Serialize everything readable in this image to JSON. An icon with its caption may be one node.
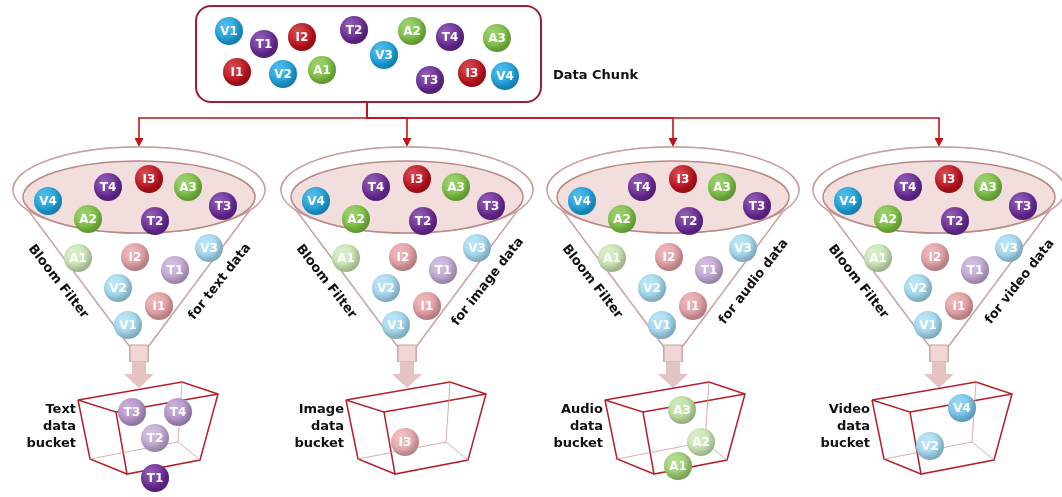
{
  "diagram": {
    "nodes": [
      {
        "text": [
          "Data Chunk"
        ]
      },
      {
        "text": [
          "V1"
        ],
        "in": 0
      },
      {
        "text": [
          "T1"
        ],
        "in": 0
      },
      {
        "text": [
          "I2"
        ],
        "in": 0
      },
      {
        "text": [
          "T2"
        ],
        "in": 0
      },
      {
        "text": [
          "A2"
        ],
        "in": 0
      },
      {
        "text": [
          "T4"
        ],
        "in": 0
      },
      {
        "text": [
          "A3"
        ],
        "in": 0
      },
      {
        "text": [
          "I1"
        ],
        "in": 0
      },
      {
        "text": [
          "V2"
        ],
        "in": 0
      },
      {
        "text": [
          "A1"
        ],
        "in": 0
      },
      {
        "text": [
          "V3"
        ],
        "in": 0
      },
      {
        "text": [
          "T3"
        ],
        "in": 0
      },
      {
        "text": [
          "I3"
        ],
        "in": 0
      },
      {
        "text": [
          "V4"
        ],
        "in": 0
      },
      {
        "text": [
          "Bloom Filter",
          "for text data"
        ]
      },
      {
        "text": [
          "V4"
        ],
        "in": 15
      },
      {
        "text": [
          "T4"
        ],
        "in": 15
      },
      {
        "text": [
          "I3"
        ],
        "in": 15
      },
      {
        "text": [
          "A3"
        ],
        "in": 15
      },
      {
        "text": [
          "A2"
        ],
        "in": 15
      },
      {
        "text": [
          "T2"
        ],
        "in": 15
      },
      {
        "text": [
          "T3"
        ],
        "in": 15
      },
      {
        "text": [
          "A1"
        ],
        "in": 15
      },
      {
        "text": [
          "I2"
        ],
        "in": 15
      },
      {
        "text": [
          "V3"
        ],
        "in": 15
      },
      {
        "text": [
          "T1"
        ],
        "in": 15
      },
      {
        "text": [
          "V2"
        ],
        "in": 15
      },
      {
        "text": [
          "I1"
        ],
        "in": 15
      },
      {
        "text": [
          "V1"
        ],
        "in": 15
      },
      {
        "text": [
          "Bloom Filter",
          "for image data"
        ]
      },
      {
        "text": [
          "V4"
        ],
        "in": 30
      },
      {
        "text": [
          "T4"
        ],
        "in": 30
      },
      {
        "text": [
          "I3"
        ],
        "in": 30
      },
      {
        "text": [
          "A3"
        ],
        "in": 30
      },
      {
        "text": [
          "A2"
        ],
        "in": 30
      },
      {
        "text": [
          "T2"
        ],
        "in": 30
      },
      {
        "text": [
          "T3"
        ],
        "in": 30
      },
      {
        "text": [
          "A1"
        ],
        "in": 30
      },
      {
        "text": [
          "I2"
        ],
        "in": 30
      },
      {
        "text": [
          "V3"
        ],
        "in": 30
      },
      {
        "text": [
          "T1"
        ],
        "in": 30
      },
      {
        "text": [
          "V2"
        ],
        "in": 30
      },
      {
        "text": [
          "I1"
        ],
        "in": 30
      },
      {
        "text": [
          "V1"
        ],
        "in": 30
      },
      {
        "text": [
          "Bloom Filter",
          "for audio data"
        ]
      },
      {
        "text": [
          "V4"
        ],
        "in": 45
      },
      {
        "text": [
          "T4"
        ],
        "in": 45
      },
      {
        "text": [
          "I3"
        ],
        "in": 45
      },
      {
        "text": [
          "A3"
        ],
        "in": 45
      },
      {
        "text": [
          "A2"
        ],
        "in": 45
      },
      {
        "text": [
          "T2"
        ],
        "in": 45
      },
      {
        "text": [
          "T3"
        ],
        "in": 45
      },
      {
        "text": [
          "A1"
        ],
        "in": 45
      },
      {
        "text": [
          "I2"
        ],
        "in": 45
      },
      {
        "text": [
          "V3"
        ],
        "in": 45
      },
      {
        "text": [
          "T1"
        ],
        "in": 45
      },
      {
        "text": [
          "V2"
        ],
        "in": 45
      },
      {
        "text": [
          "I1"
        ],
        "in": 45
      },
      {
        "text": [
          "V1"
        ],
        "in": 45
      },
      {
        "text": [
          "Bloom Filter",
          "for video data"
        ]
      },
      {
        "text": [
          "V4"
        ],
        "in": 60
      },
      {
        "text": [
          "T4"
        ],
        "in": 60
      },
      {
        "text": [
          "I3"
        ],
        "in": 60
      },
      {
        "text": [
          "A3"
        ],
        "in": 60
      },
      {
        "text": [
          "A2"
        ],
        "in": 60
      },
      {
        "text": [
          "T2"
        ],
        "in": 60
      },
      {
        "text": [
          "T3"
        ],
        "in": 60
      },
      {
        "text": [
          "A1"
        ],
        "in": 60
      },
      {
        "text": [
          "I2"
        ],
        "in": 60
      },
      {
        "text": [
          "V3"
        ],
        "in": 60
      },
      {
        "text": [
          "T1"
        ],
        "in": 60
      },
      {
        "text": [
          "V2"
        ],
        "in": 60
      },
      {
        "text": [
          "I1"
        ],
        "in": 60
      },
      {
        "text": [
          "V1"
        ],
        "in": 60
      },
      {
        "text": [
          "Text data bucket"
        ]
      },
      {
        "text": [
          "T3"
        ],
        "in": 75
      },
      {
        "text": [
          "T4"
        ],
        "in": 75
      },
      {
        "text": [
          "T2"
        ],
        "in": 75
      },
      {
        "text": [
          "T1"
        ]
      },
      {
        "text": [
          "Image data bucket"
        ]
      },
      {
        "text": [
          "I3"
        ],
        "in": 80
      },
      {
        "text": [
          "Audio data bucket"
        ]
      },
      {
        "text": [
          "A3"
        ],
        "in": 82
      },
      {
        "text": [
          "A2"
        ],
        "in": 82
      },
      {
        "text": [
          "A1"
        ],
        "in": 82
      },
      {
        "text": [
          "Video data bucket"
        ]
      },
      {
        "text": [
          "V4"
        ],
        "in": 86
      },
      {
        "text": [
          "V2"
        ],
        "in": 86
      }
    ],
    "edges": [
      {
        "from": 0,
        "to": 15,
        "arrow": "to"
      },
      {
        "from": 0,
        "to": 30,
        "arrow": "to"
      },
      {
        "from": 0,
        "to": 45,
        "arrow": "to"
      },
      {
        "from": 0,
        "to": 60,
        "arrow": "to"
      },
      {
        "from": 15,
        "to": 75,
        "arrow": "to",
        "style": "thick",
        "color": "#e3c3c3"
      },
      {
        "from": 30,
        "to": 80,
        "arrow": "to",
        "style": "thick",
        "color": "#e3c3c3"
      },
      {
        "from": 45,
        "to": 82,
        "arrow": "to",
        "style": "thick",
        "color": "#e3c3c3"
      },
      {
        "from": 60,
        "to": 86,
        "arrow": "to",
        "style": "thick",
        "color": "#e3c3c3"
      }
    ]
  }
}
